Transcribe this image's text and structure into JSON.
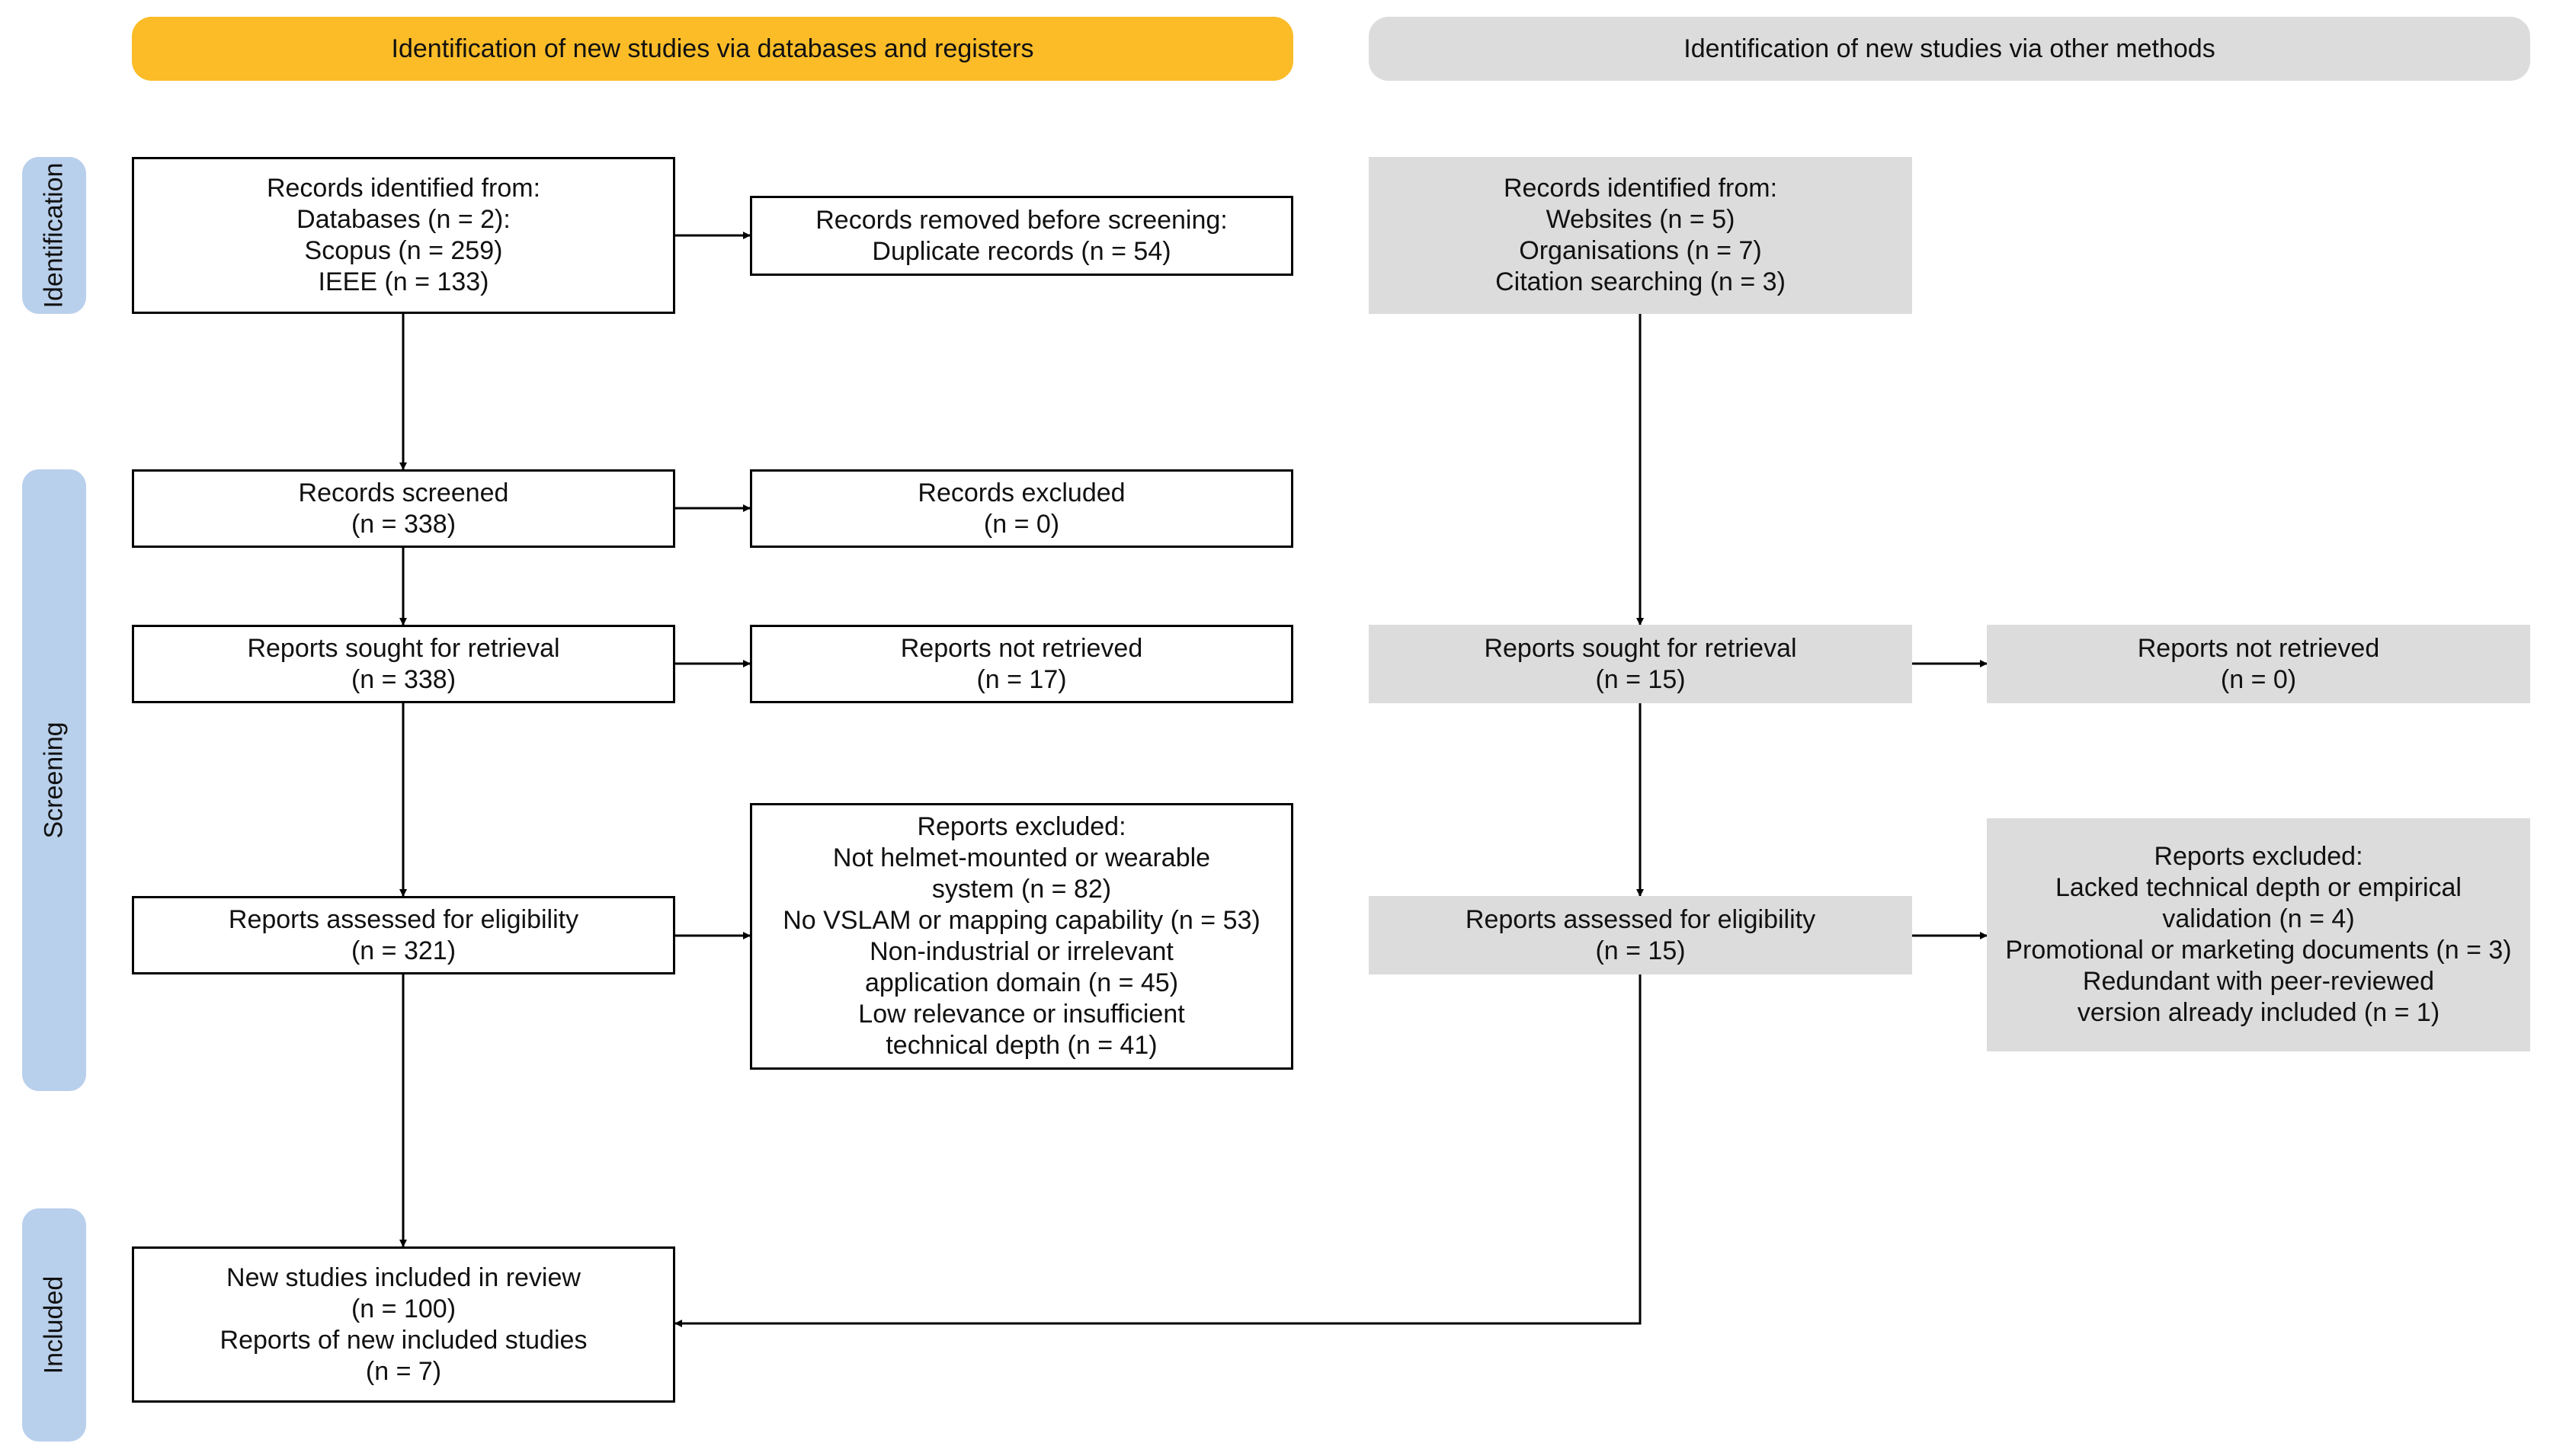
{
  "headers": {
    "left": "Identification of new studies via databases and registers",
    "right": "Identification of new studies via other methods"
  },
  "phases": {
    "identification": "Identification",
    "screening": "Screening",
    "included": "Included"
  },
  "colors": {
    "left_header": "#fbbc28",
    "right_header": "#dcdcdc",
    "phase_label": "#b9d0ec",
    "other_methods_box": "#dcdcdc"
  },
  "left": {
    "identified": [
      "Records identified from:",
      "Databases (n = 2):",
      "Scopus (n = 259)",
      "IEEE (n = 133)"
    ],
    "removed": [
      "Records removed before screening:",
      "Duplicate records (n = 54)"
    ],
    "screened": [
      "Records screened",
      "(n = 338)"
    ],
    "excluded": [
      "Records excluded",
      "(n = 0)"
    ],
    "sought": [
      "Reports sought for retrieval",
      "(n = 338)"
    ],
    "not_retrieved": [
      "Reports not retrieved",
      "(n = 17)"
    ],
    "assessed": [
      "Reports assessed for eligibility",
      "(n = 321)"
    ],
    "reports_excluded": [
      "Reports excluded:",
      "Not helmet-mounted or wearable",
      "system (n = 82)",
      "No VSLAM or mapping capability (n = 53)",
      "Non-industrial or irrelevant",
      "application domain (n = 45)",
      "Low relevance or insufficient",
      "technical depth (n = 41)"
    ],
    "included": [
      "New studies included in review",
      "(n = 100)",
      "Reports of new included studies",
      "(n = 7)"
    ]
  },
  "right": {
    "identified": [
      "Records identified from:",
      "Websites (n = 5)",
      "Organisations (n = 7)",
      "Citation searching (n = 3)"
    ],
    "sought": [
      "Reports sought for retrieval",
      "(n = 15)"
    ],
    "not_retrieved": [
      "Reports not retrieved",
      "(n = 0)"
    ],
    "assessed": [
      "Reports assessed for eligibility",
      "(n = 15)"
    ],
    "reports_excluded": [
      "Reports excluded:",
      "Lacked technical depth or empirical",
      "validation (n = 4)",
      "Promotional or marketing documents (n = 3)",
      "Redundant with peer-reviewed",
      "version already included (n = 1)"
    ]
  }
}
